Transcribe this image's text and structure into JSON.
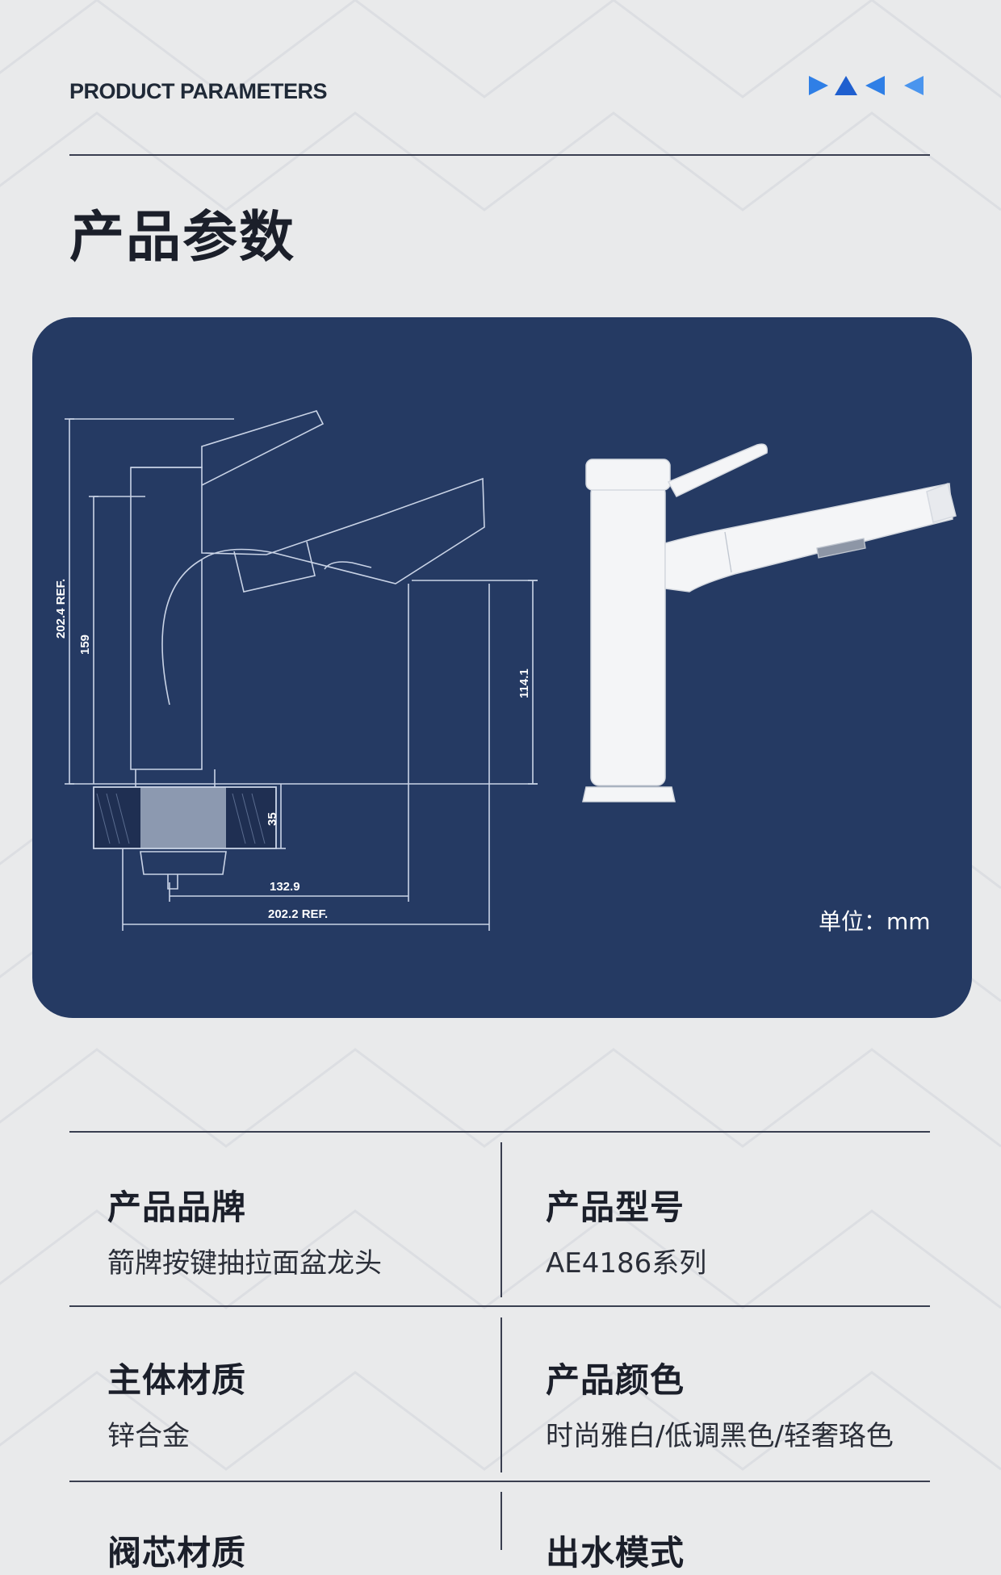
{
  "header": {
    "eyebrow": "PRODUCT PARAMETERS",
    "title": "产品参数",
    "deco_icon": "triangle-arrows-icon",
    "deco_colors": [
      "#2f7fe6",
      "#1f5fcf",
      "#2f7fe6",
      "#4a95ee"
    ]
  },
  "diagram": {
    "panel_color": "#253a63",
    "unit_label": "单位：mm",
    "dimensions": {
      "total_height": "202.4 REF.",
      "body_height": "159",
      "spout_height": "114.1",
      "thread_length": "35",
      "reach": "132.9",
      "total_width": "202.2 REF."
    }
  },
  "specs": [
    {
      "label": "产品品牌",
      "value": "箭牌按键抽拉面盆龙头"
    },
    {
      "label": "产品型号",
      "value": "AE4186系列"
    },
    {
      "label": "主体材质",
      "value": "锌合金"
    },
    {
      "label": "产品颜色",
      "value": "时尚雅白/低调黑色/轻奢珞色"
    },
    {
      "label": "阀芯材质",
      "value": ""
    },
    {
      "label": "出水模式",
      "value": ""
    }
  ]
}
